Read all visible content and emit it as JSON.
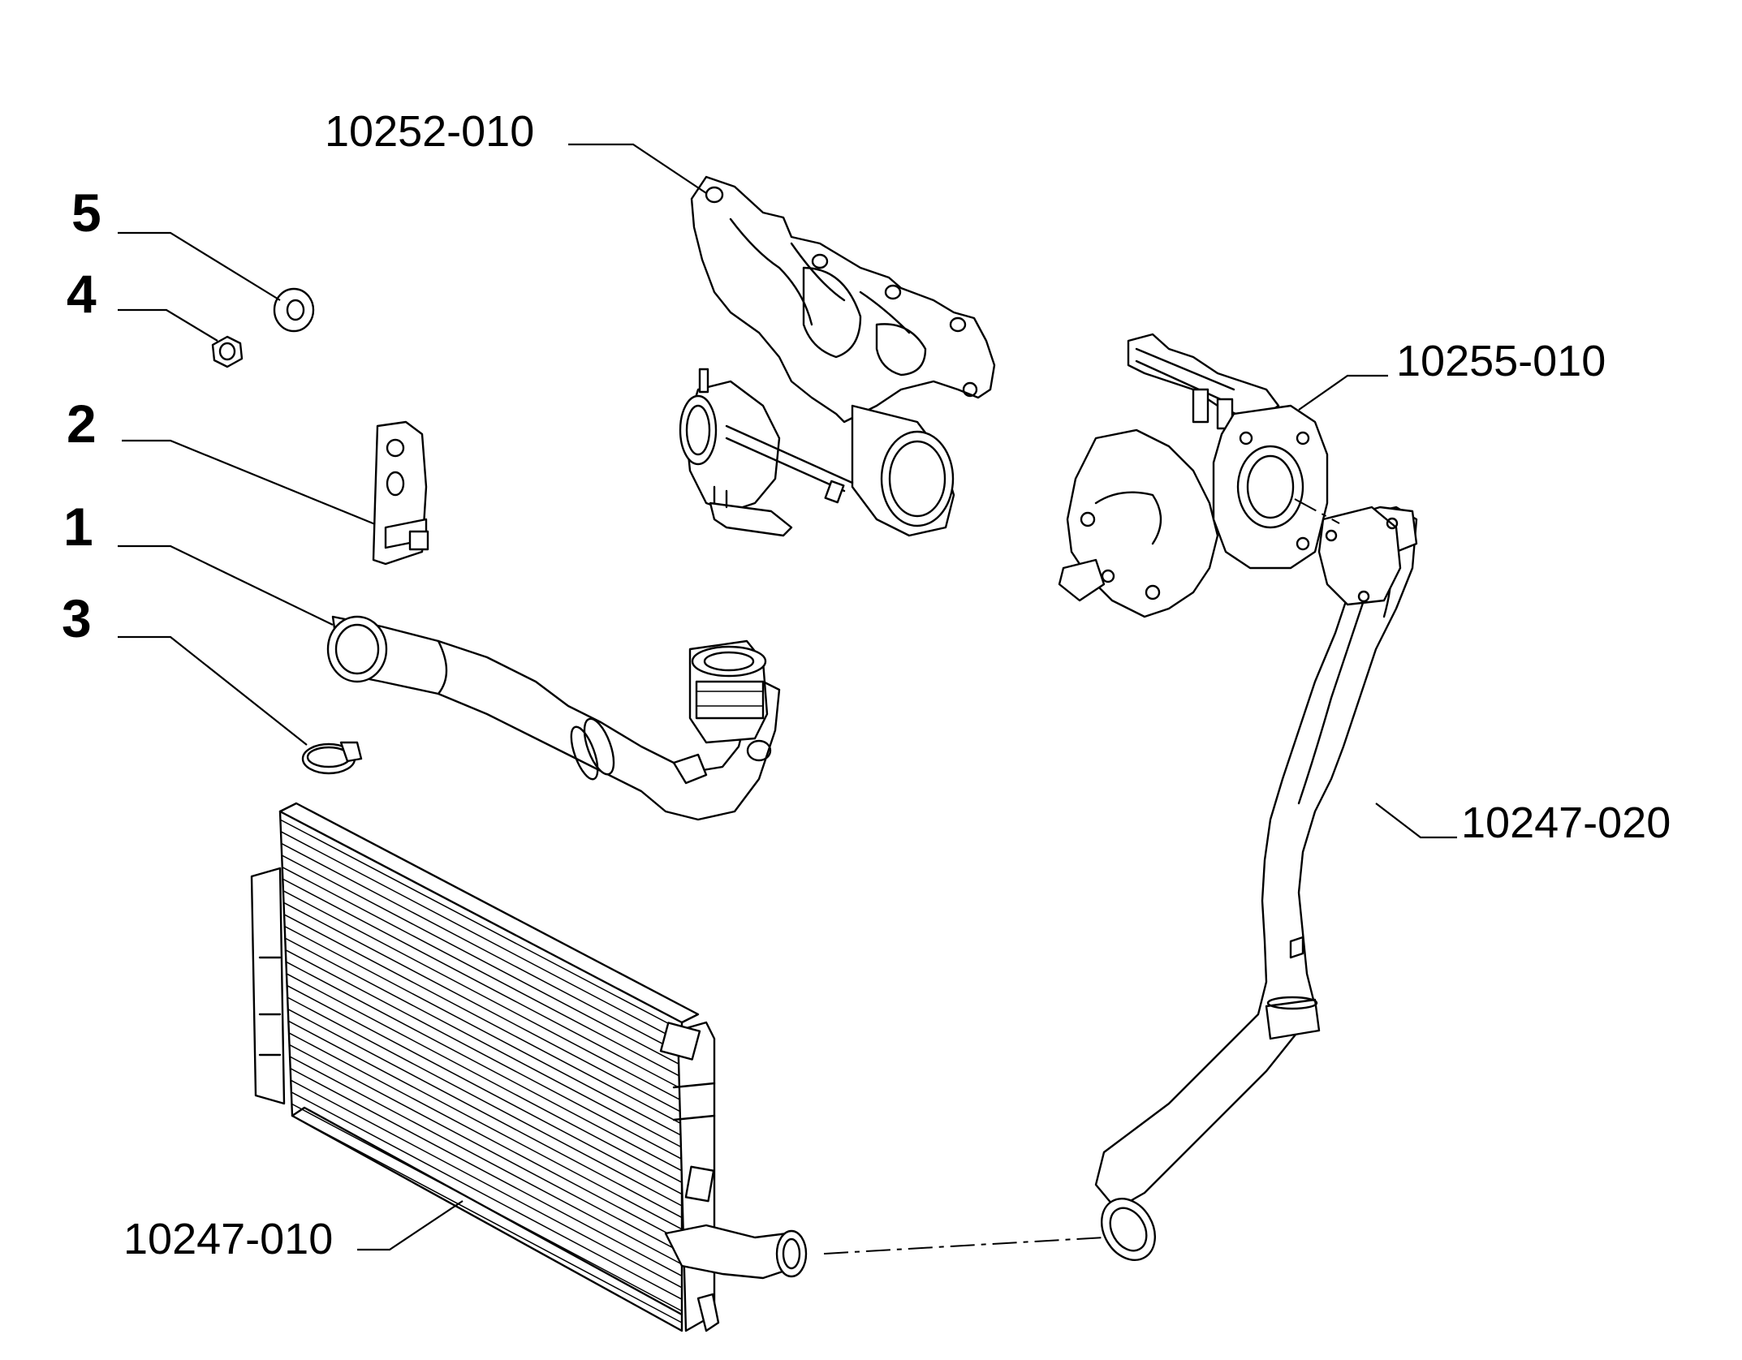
{
  "callouts": {
    "manifold": "10252-010",
    "turbo_flange": "10255-010",
    "right_pipe": "10247-020",
    "intercooler": "10247-010",
    "washer": "5",
    "nut": "4",
    "bracket": "2",
    "hose": "1",
    "clamp": "3"
  }
}
